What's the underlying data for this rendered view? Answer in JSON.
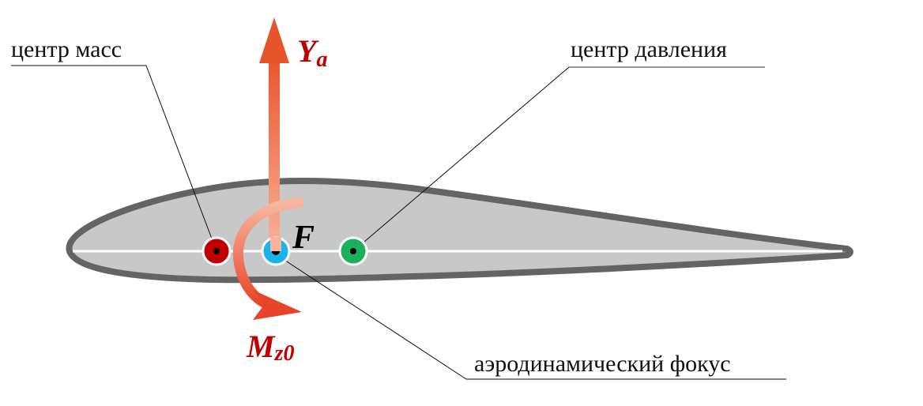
{
  "labels": {
    "center_of_mass": "центр масс",
    "center_of_pressure": "центр давления",
    "aerodynamic_focus": "аэродинамический фокус"
  },
  "symbols": {
    "lift_main": "Y",
    "lift_sub": "a",
    "moment_main": "M",
    "moment_sub": "z0",
    "focus": "F"
  },
  "colors": {
    "airfoil_fill": "#c8c8c8",
    "airfoil_stroke": "#646464",
    "chord": "#ffffff",
    "center_of_mass": "#c00000",
    "focus_point": "#1ab4ea",
    "center_of_pressure": "#19b15a",
    "arrow": "#e8542a",
    "symbol_text": "#c00000"
  }
}
